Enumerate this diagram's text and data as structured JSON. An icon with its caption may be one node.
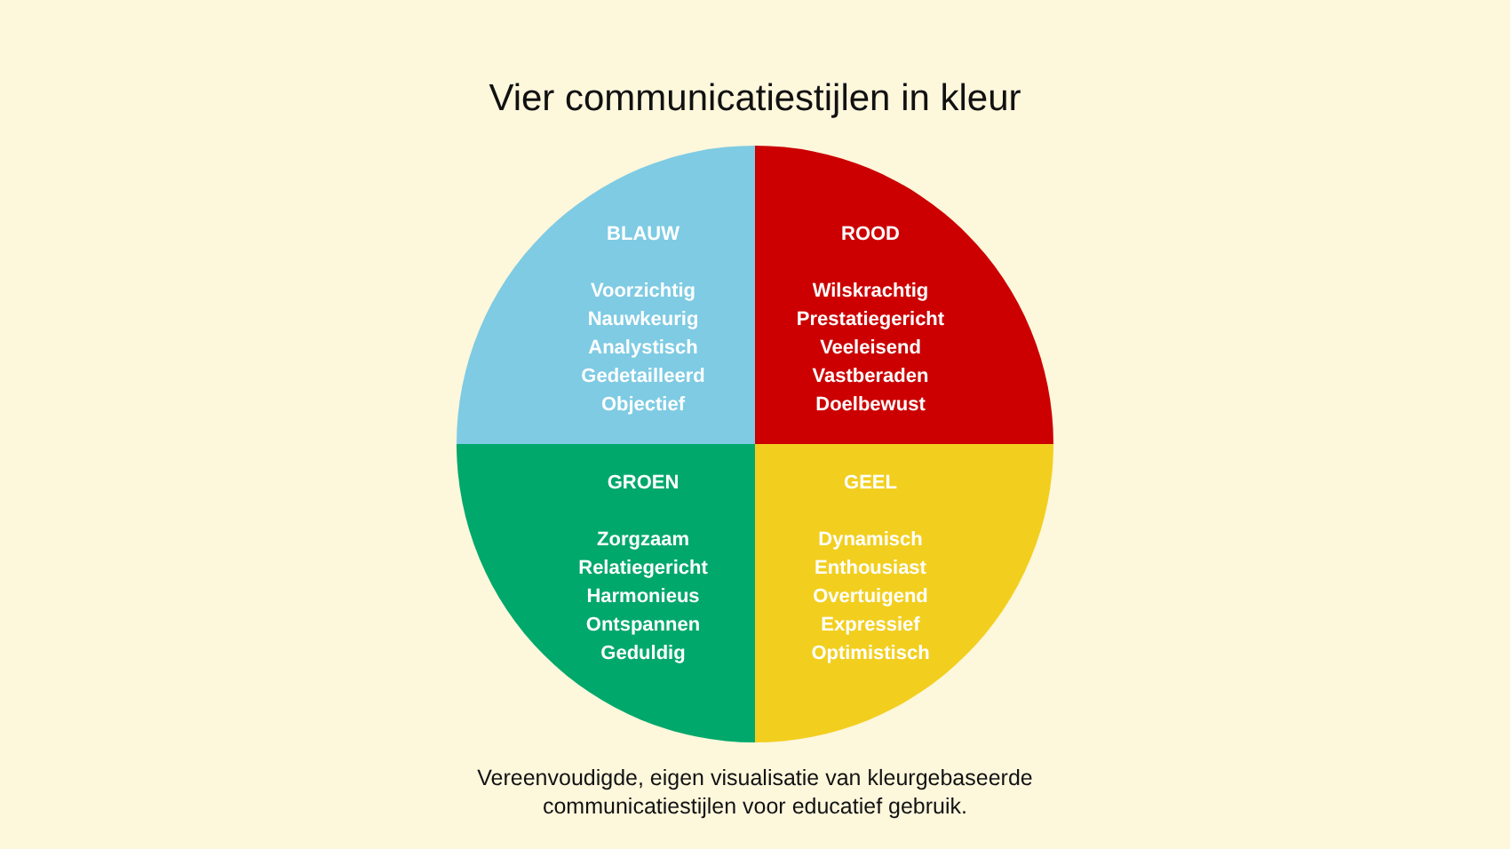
{
  "diagram": {
    "title": "Vier communicatiestijlen in kleur",
    "caption": "Vereenvoudigde, eigen visualisatie van kleurgebaseerde communicatiestijlen voor educatief gebruik.",
    "nodes": [
      {
        "text": [
          "BLAUW",
          "Voorzichtig",
          "Nauwkeurig",
          "Analystisch",
          "Gedetailleerd",
          "Objectief"
        ]
      },
      {
        "text": [
          "ROOD",
          "Wilskrachtig",
          "Prestatiegericht",
          "Veeleisend",
          "Vastberaden",
          "Doelbewust"
        ]
      },
      {
        "text": [
          "GROEN",
          "Zorgzaam",
          "Relatiegericht",
          "Harmonieus",
          "Ontspannen",
          "Geduldig"
        ]
      },
      {
        "text": [
          "GEEL",
          "Dynamisch",
          "Enthousiast",
          "Overtuigend",
          "Expressief",
          "Optimistisch"
        ]
      }
    ]
  }
}
